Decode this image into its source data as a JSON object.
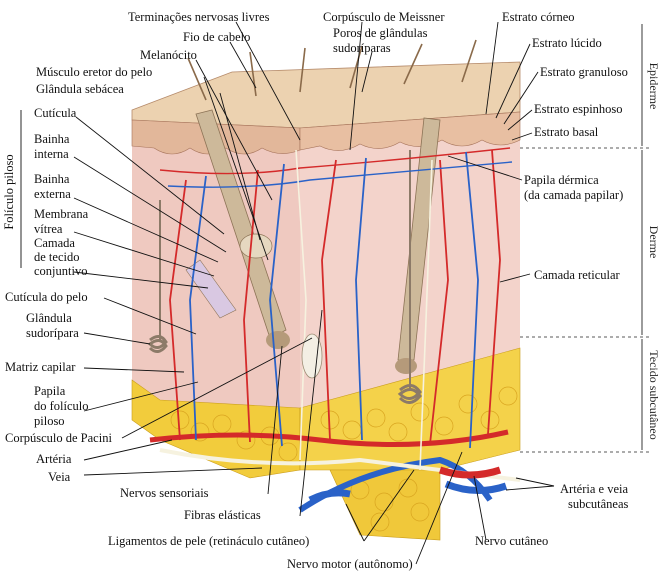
{
  "labels": {
    "terminacoes": "Terminações nervosas livres",
    "corpusculo_meissner": "Corpúsculo de Meissner",
    "fio_cabelo": "Fio de cabelo",
    "poros_1": "Poros de glândulas",
    "poros_2": "sudoríparas",
    "melanocito": "Melanócito",
    "musculo_eretor": "Músculo eretor do pelo",
    "glandula_sebacea": "Glândula sebácea",
    "cuticula": "Cutícula",
    "bainha_interna_1": "Bainha",
    "bainha_interna_2": "interna",
    "bainha_externa_1": "Bainha",
    "bainha_externa_2": "externa",
    "membrana_1": "Membrana",
    "membrana_2": "vítrea",
    "camada_1": "Camada",
    "camada_2": "de tecido",
    "camada_3": "conjuntivo",
    "foliculo_piloso": "Folículo piloso",
    "cuticula_pelo": "Cutícula do pelo",
    "glandula_sudoripara_1": "Glândula",
    "glandula_sudoripara_2": "sudorípara",
    "matriz_capilar": "Matriz capilar",
    "papila_foliculo_1": "Papila",
    "papila_foliculo_2": "do folículo",
    "papila_foliculo_3": "piloso",
    "corpusculo_pacini": "Corpúsculo de Pacini",
    "arteria": "Artéria",
    "veia": "Veia",
    "nervos_sensoriais": "Nervos sensoriais",
    "fibras_elasticas": "Fibras elásticas",
    "ligamentos": "Ligamentos de pele (retináculo cutâneo)",
    "nervo_motor": "Nervo motor (autônomo)",
    "nervo_cutaneo": "Nervo cutâneo",
    "arteria_veia_sub_1": "Artéria e veia",
    "arteria_veia_sub_2": "subcutâneas",
    "estrato_corneo": "Estrato córneo",
    "estrato_lucido": "Estrato lúcido",
    "estrato_granuloso": "Estrato granuloso",
    "estrato_espinhoso": "Estrato espinhoso",
    "estrato_basal": "Estrato basal",
    "papila_dermica_1": "Papila dérmica",
    "papila_dermica_2": "(da camada papilar)",
    "camada_reticular": "Camada reticular"
  },
  "side_labels": {
    "epiderme": "Epiderme",
    "derme": "Derme",
    "tecido_subcutaneo": "Tecido subcutâneo"
  },
  "colors": {
    "epidermis": "#e8c6a4",
    "dermis": "#f1cfc6",
    "fat": "#f2cc3c",
    "artery": "#d42a2a",
    "vein": "#2a62c8",
    "nerve": "#f6f2df",
    "hair": "#c9b79a"
  }
}
